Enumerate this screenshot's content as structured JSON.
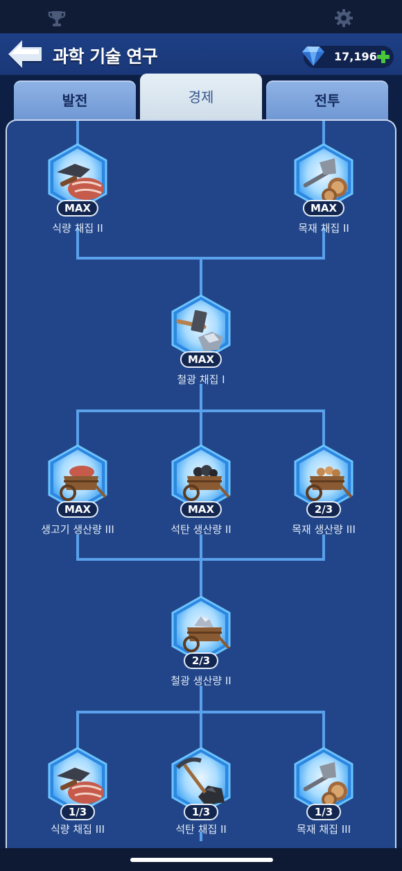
{
  "topbar": {
    "left_icon": "trophy-icon",
    "right_icon": "gear-icon"
  },
  "header": {
    "title": "과학 기술 연구",
    "currency_icon": "diamond-icon",
    "currency_value": "17,196"
  },
  "tabs": [
    {
      "label": "발전",
      "active": false
    },
    {
      "label": "경제",
      "active": true
    },
    {
      "label": "전투",
      "active": false
    }
  ],
  "nodes": [
    {
      "id": "food-gather-2",
      "label": "식량 채집 II",
      "level": "MAX",
      "icon": "meat-cleaver-icon"
    },
    {
      "id": "wood-gather-2",
      "label": "목재 채집 II",
      "level": "MAX",
      "icon": "axe-log-icon"
    },
    {
      "id": "iron-gather-1",
      "label": "철광 채집 I",
      "level": "MAX",
      "icon": "hammer-ore-icon"
    },
    {
      "id": "meat-prod-3",
      "label": "생고기 생산량 III",
      "level": "MAX",
      "icon": "meat-cart-icon"
    },
    {
      "id": "coal-prod-2",
      "label": "석탄 생산량 II",
      "level": "MAX",
      "icon": "coal-cart-icon"
    },
    {
      "id": "wood-prod-3",
      "label": "목재 생산량 III",
      "level": "2/3",
      "icon": "wood-cart-icon"
    },
    {
      "id": "iron-prod-2",
      "label": "철광 생산량 II",
      "level": "2/3",
      "icon": "iron-cart-icon"
    },
    {
      "id": "food-gather-3",
      "label": "식량 채집 III",
      "level": "1/3",
      "icon": "meat-cleaver-icon"
    },
    {
      "id": "coal-gather-2",
      "label": "석탄 채집 II",
      "level": "1/3",
      "icon": "pickaxe-coal-icon"
    },
    {
      "id": "wood-gather-3",
      "label": "목재 채집 III",
      "level": "1/3",
      "icon": "axe-log-icon"
    }
  ],
  "colors": {
    "panel": "#214588",
    "connector": "#5aa0ea",
    "hex_glow": "#4fb2ff"
  }
}
